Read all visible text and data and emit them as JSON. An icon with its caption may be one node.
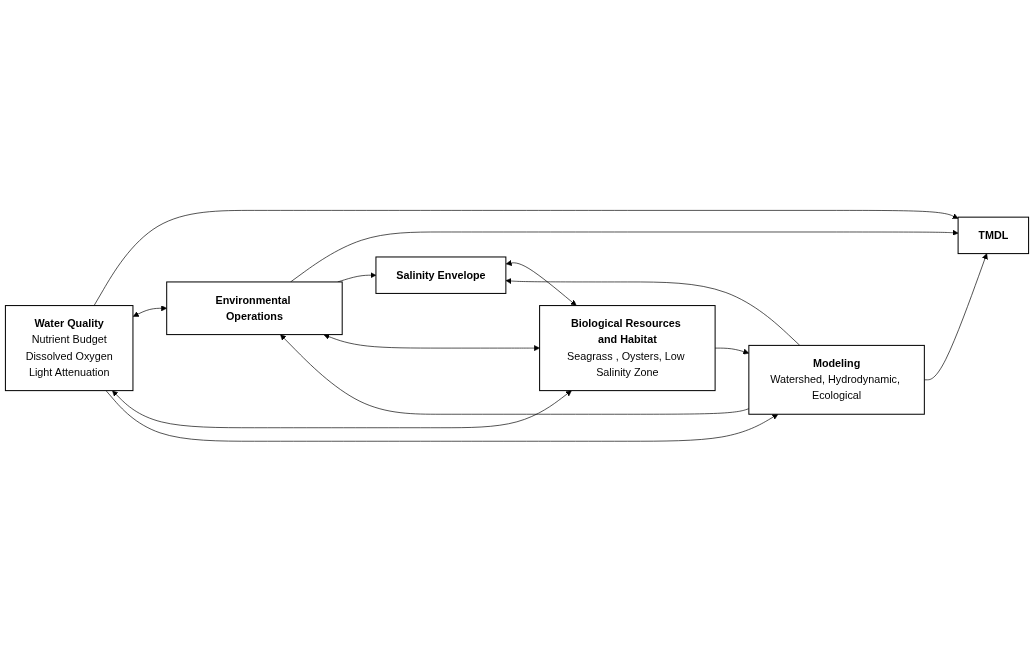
{
  "diagram": {
    "nodes": [
      {
        "text": [
          "Water Quality",
          "Nutrient Budget",
          "Dissolved Oxygen",
          "Light Attenuation"
        ]
      },
      {
        "text": [
          "TMDL"
        ]
      },
      {
        "text": [
          "Environmental Operations"
        ]
      },
      {
        "text": [
          "Modeling",
          "Watershed, Hydrodynamic, Ecological"
        ]
      },
      {
        "text": [
          "Salinity Envelope"
        ]
      },
      {
        "text": [
          "Biological Resources and Habitat",
          "Seagrass , Oysters, Low Salinity Zone"
        ]
      }
    ],
    "edges": [
      {
        "from": 0,
        "to": 1,
        "arrow": "to"
      },
      {
        "from": 0,
        "to": 2,
        "arrow": "both"
      },
      {
        "from": 0,
        "to": 5,
        "arrow": "both"
      },
      {
        "from": 0,
        "to": 3,
        "arrow": "to"
      },
      {
        "from": 2,
        "to": 1,
        "arrow": "to"
      },
      {
        "from": 2,
        "to": 4,
        "arrow": "to"
      },
      {
        "from": 3,
        "to": 1,
        "arrow": "to"
      },
      {
        "from": 3,
        "to": 2,
        "arrow": "to"
      },
      {
        "from": 3,
        "to": 4,
        "arrow": "to"
      },
      {
        "from": 2,
        "to": 5,
        "arrow": "both"
      },
      {
        "from": 4,
        "to": 5,
        "arrow": "both"
      },
      {
        "from": 5,
        "to": 3,
        "arrow": "to"
      }
    ]
  }
}
